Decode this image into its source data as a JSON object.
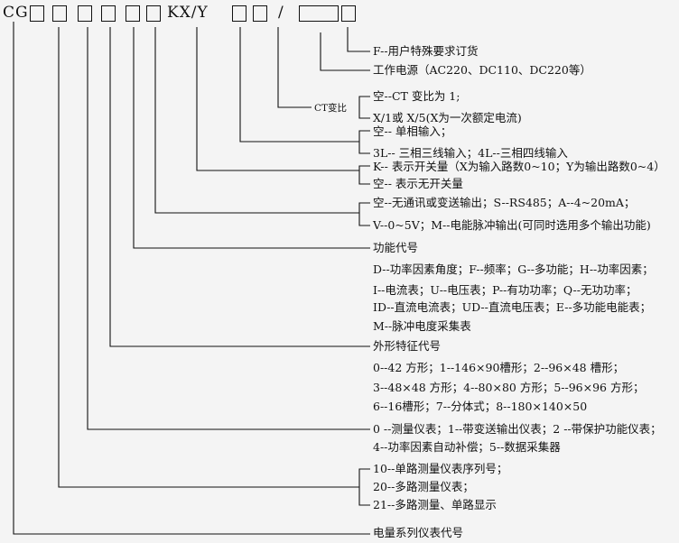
{
  "code": {
    "prefix": "CG",
    "mid": "KX/Y",
    "slash": "/"
  },
  "entries": {
    "f": "F--用户特殊要求订货",
    "power": "工作电源（AC220、DC110、DC220等）",
    "ct_label": "CT变比",
    "ct1": "空--CT 变比为 1;",
    "ct2": "X/1或 X/5(X为一次额定电流)",
    "y1": "空-- 单相输入；",
    "y2": "3L-- 三相三线输入；4L--三相四线输入",
    "k1": "K-- 表示开关量（X为输入路数0~10；Y为输出路数0~4）",
    "k2": "空-- 表示无开关量",
    "o1": "空--无通讯或变送输出；S--RS485；A--4~20mA；",
    "o2": "V--0~5V；M--电能脉冲输出(可同时选用多个输出功能)",
    "fn0": "功能代号",
    "fn1": "D--功率因素角度；F--频率；G--多功能；H--功率因素；",
    "fn2": "I--电流表；U--电压表；P--有功功率；Q--无功功率；",
    "fn3": "ID--直流电流表；UD--直流电压表；E--多功能电能表；",
    "fn4": "M--脉冲电度采集表",
    "sh0": "外形特征代号",
    "sh1": "0--42 方形；1--146×90槽形；2--96×48 槽形；",
    "sh2": "3--48×48 方形；4--80×80 方形；5--96×96 方形；",
    "sh3": "6--16槽形；7--分体式；8--180×140×50",
    "ty1": "0 --测量仪表；1--带变送输出仪表；2 --带保护功能仪表；",
    "ty2": "4--功率因素自动补偿；5--数据采集器",
    "ch1": "10--单路测量仪表序列号；",
    "ch2": "20--多路测量仪表；",
    "ch3": "21--多路测量、单路显示",
    "series": "电量系列仪表代号"
  }
}
